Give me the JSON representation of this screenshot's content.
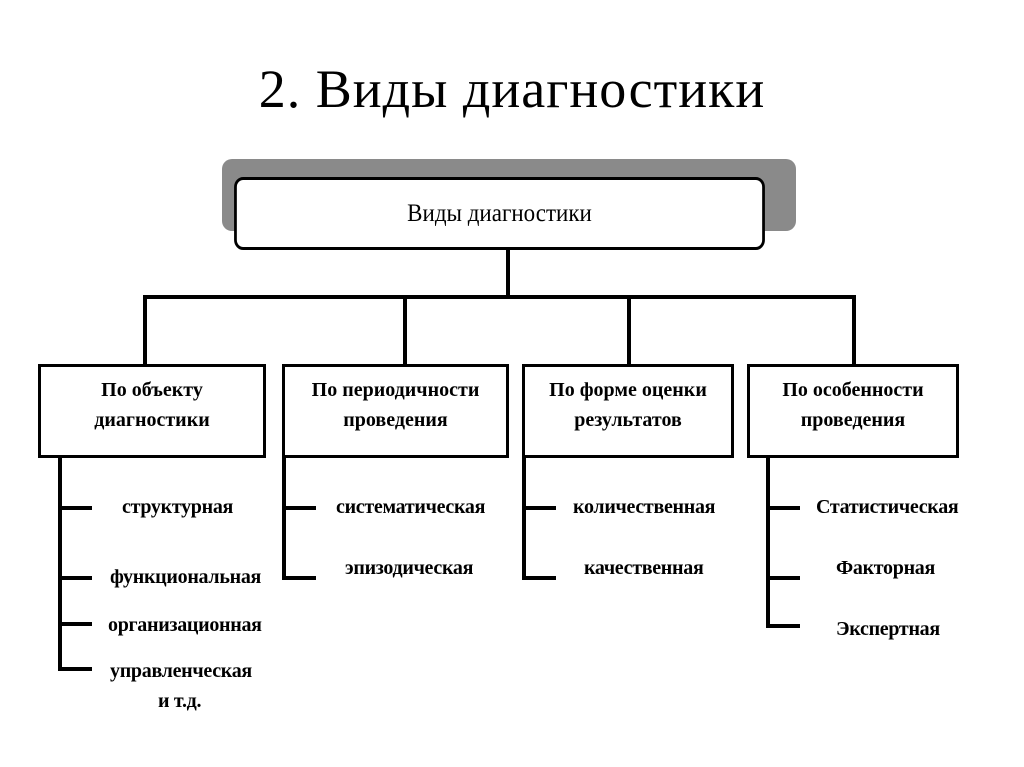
{
  "slide": {
    "title": "2. Виды диагностики"
  },
  "root": {
    "label": "Виды диагностики"
  },
  "categories": [
    {
      "label_line1": "По объекту",
      "label_line2": "диагностики",
      "items": [
        "структурная",
        "функциональная",
        "организационная",
        "управленческая",
        "и т.д."
      ]
    },
    {
      "label_line1": "По периодичности",
      "label_line2": "проведения",
      "items": [
        "систематическая",
        "эпизодическая"
      ]
    },
    {
      "label_line1": "По форме оценки",
      "label_line2": "результатов",
      "items": [
        "количественная",
        "качественная"
      ]
    },
    {
      "label_line1": "По особенности",
      "label_line2": "проведения",
      "items": [
        "Статистическая",
        "Факторная",
        "Экспертная"
      ]
    }
  ]
}
